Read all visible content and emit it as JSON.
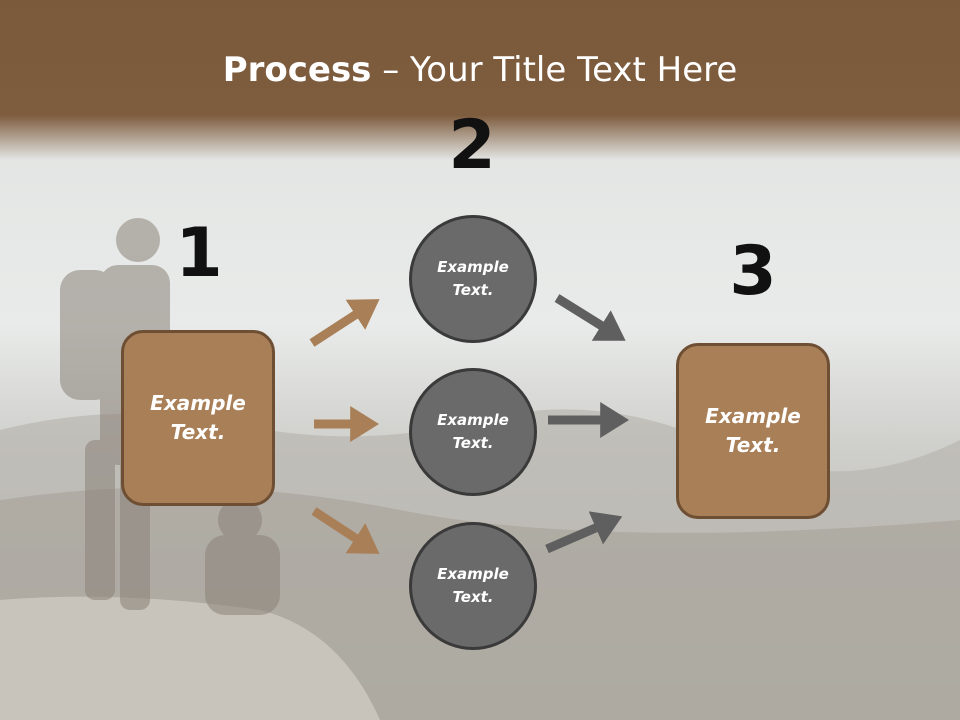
{
  "title": {
    "bold": "Process",
    "rest": " – Your Title Text Here"
  },
  "steps": [
    {
      "number": "1"
    },
    {
      "number": "2"
    },
    {
      "number": "3"
    }
  ],
  "box_left": {
    "line1": "Example",
    "line2": "Text."
  },
  "box_right": {
    "line1": "Example",
    "line2": "Text."
  },
  "circles": [
    {
      "line1": "Example",
      "line2": "Text."
    },
    {
      "line1": "Example",
      "line2": "Text."
    },
    {
      "line1": "Example",
      "line2": "Text."
    }
  ],
  "colors": {
    "header": "#7b593b",
    "box": "#a97f58",
    "circle": "#6a6a6a",
    "arrow_brown": "#a97f58",
    "arrow_gray": "#5f5f5f"
  }
}
